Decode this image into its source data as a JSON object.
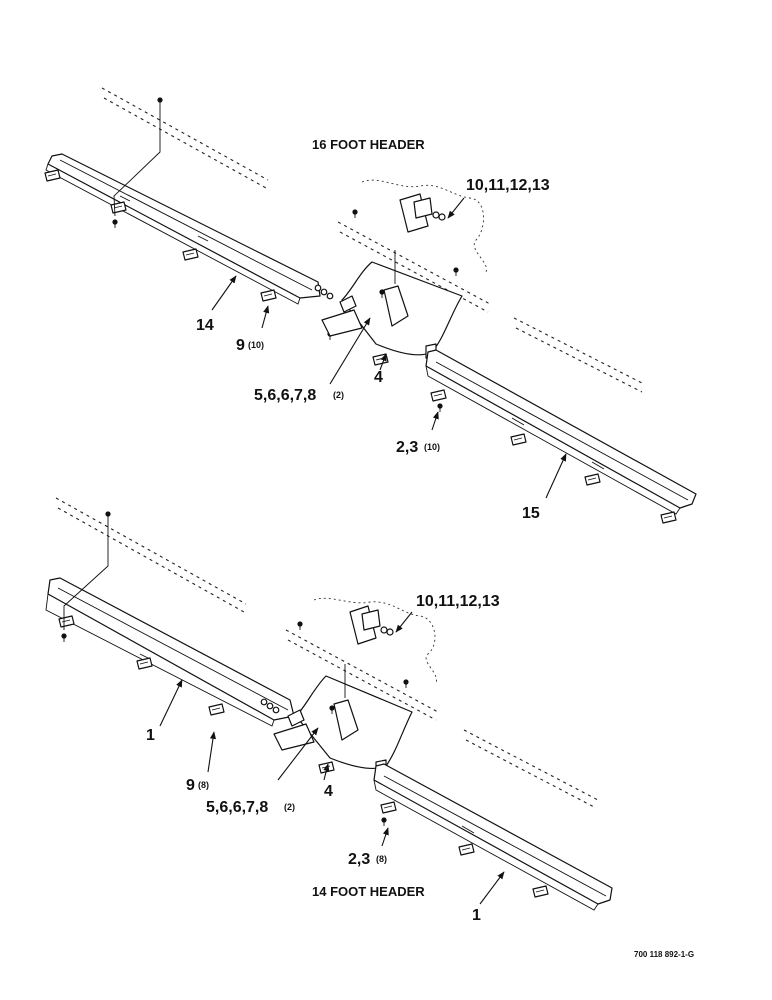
{
  "diagram": {
    "top_assembly": {
      "title": "16 FOOT HEADER",
      "callouts": {
        "hardware_top": "10,11,12,13",
        "left_shield": "14",
        "clips": "9",
        "clips_qty": "(10)",
        "center_shield": "4",
        "bolts": "5,6,6,7,8",
        "bolts_qty": "(2)",
        "fasteners": "2,3",
        "fasteners_qty": "(10)",
        "right_shield": "15"
      }
    },
    "bottom_assembly": {
      "title": "14 FOOT HEADER",
      "callouts": {
        "hardware_top": "10,11,12,13",
        "left_shield": "1",
        "clips": "9",
        "clips_qty": "(8)",
        "center_shield": "4",
        "bolts": "5,6,6,7,8",
        "bolts_qty": "(2)",
        "fasteners": "2,3",
        "fasteners_qty": "(8)",
        "right_shield": "1"
      }
    },
    "figure_number": "700 118 892-1-G"
  }
}
